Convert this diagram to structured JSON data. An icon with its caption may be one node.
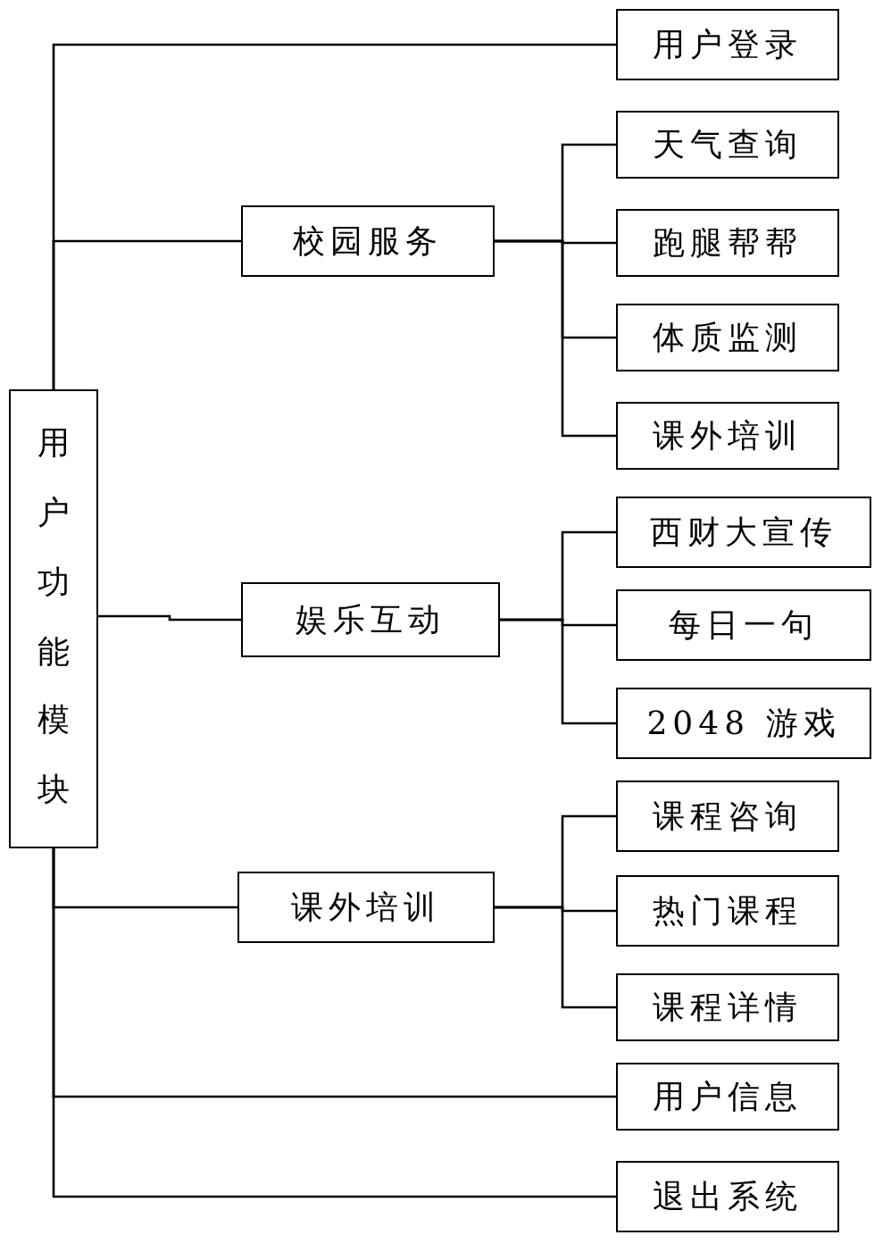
{
  "diagram": {
    "nodes": [
      {
        "text": [
          "用户功能模块"
        ]
      },
      {
        "text": [
          "用户登录"
        ]
      },
      {
        "text": [
          "校园服务"
        ]
      },
      {
        "text": [
          "天气查询"
        ]
      },
      {
        "text": [
          "跑腿帮帮"
        ]
      },
      {
        "text": [
          "体质监测"
        ]
      },
      {
        "text": [
          "课外培训"
        ]
      },
      {
        "text": [
          "娱乐互动"
        ]
      },
      {
        "text": [
          "西财大宣传"
        ]
      },
      {
        "text": [
          "每日一句"
        ]
      },
      {
        "text": [
          "2048 游戏"
        ]
      },
      {
        "text": [
          "课外培训"
        ]
      },
      {
        "text": [
          "课程咨询"
        ]
      },
      {
        "text": [
          "热门课程"
        ]
      },
      {
        "text": [
          "课程详情"
        ]
      },
      {
        "text": [
          "用户信息"
        ]
      },
      {
        "text": [
          "退出系统"
        ]
      }
    ],
    "edges": [
      {
        "from": 0,
        "to": 1,
        "arrow": "none"
      },
      {
        "from": 0,
        "to": 2,
        "arrow": "none"
      },
      {
        "from": 2,
        "to": 3,
        "arrow": "none"
      },
      {
        "from": 2,
        "to": 4,
        "arrow": "none"
      },
      {
        "from": 2,
        "to": 5,
        "arrow": "none"
      },
      {
        "from": 2,
        "to": 6,
        "arrow": "none"
      },
      {
        "from": 0,
        "to": 7,
        "arrow": "none"
      },
      {
        "from": 7,
        "to": 8,
        "arrow": "none"
      },
      {
        "from": 7,
        "to": 9,
        "arrow": "none"
      },
      {
        "from": 7,
        "to": 10,
        "arrow": "none"
      },
      {
        "from": 0,
        "to": 11,
        "arrow": "none"
      },
      {
        "from": 11,
        "to": 12,
        "arrow": "none"
      },
      {
        "from": 11,
        "to": 13,
        "arrow": "none"
      },
      {
        "from": 11,
        "to": 14,
        "arrow": "none"
      },
      {
        "from": 0,
        "to": 15,
        "arrow": "none"
      },
      {
        "from": 0,
        "to": 16,
        "arrow": "none"
      }
    ]
  }
}
